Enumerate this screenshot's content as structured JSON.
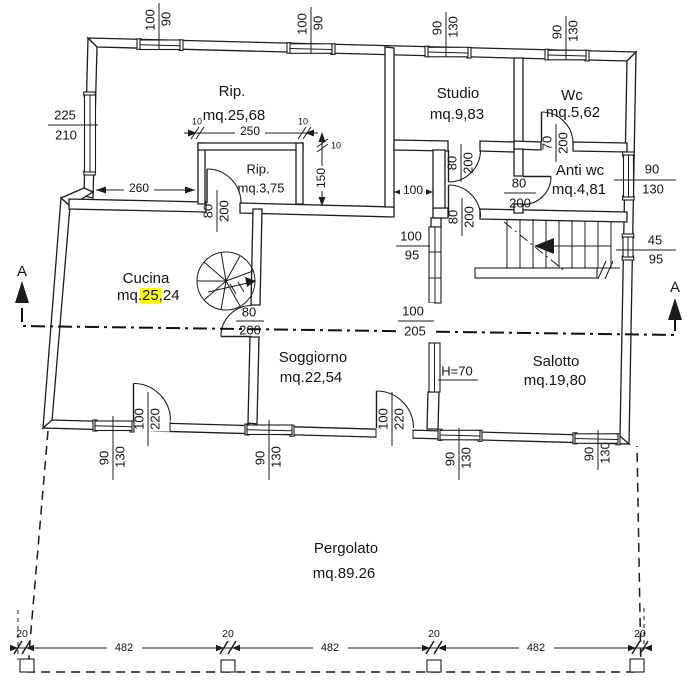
{
  "section_markers": {
    "left": "A",
    "right": "A"
  },
  "rooms": {
    "rip_big": {
      "name": "Rip.",
      "area": "mq.25,68"
    },
    "rip_small": {
      "name": "Rip.",
      "area": "mq.3,75"
    },
    "studio": {
      "name": "Studio",
      "area": "mq.9,83"
    },
    "wc": {
      "name": "Wc",
      "area": "mq.5,62"
    },
    "antiwc": {
      "name": "Anti wc",
      "area": "mq.4,81"
    },
    "cucina": {
      "name": "Cucina",
      "area_prefix": "mq.",
      "area_highlighted": "25",
      "area_suffix": ",24"
    },
    "soggiorno": {
      "name": "Soggiorno",
      "area": "mq.22,54"
    },
    "salotto": {
      "name": "Salotto",
      "area": "mq.19,80"
    },
    "pergolato": {
      "name": "Pergolato",
      "area": "mq.89.26"
    }
  },
  "windows": {
    "top1": {
      "w": "100",
      "h": "90"
    },
    "top2": {
      "w": "100",
      "h": "90"
    },
    "top3": {
      "w": "90",
      "h": "130"
    },
    "top4": {
      "w": "90",
      "h": "130"
    },
    "left": {
      "w": "225",
      "h": "210"
    },
    "right1": {
      "w": "90",
      "h": "130"
    },
    "right2": {
      "w": "45",
      "h": "95"
    },
    "bottom1": {
      "w": "90",
      "h": "130"
    },
    "bottom2": {
      "w": "90",
      "h": "130"
    },
    "bottom3": {
      "w": "90",
      "h": "130"
    },
    "bottom4": {
      "w": "90",
      "h": "130"
    }
  },
  "doors": {
    "entrance_cucina": {
      "w": "100",
      "h": "220"
    },
    "entrance_soggiorno": {
      "w": "100",
      "h": "220"
    },
    "rip_small": {
      "w": "80",
      "h": "200"
    },
    "studio": {
      "w": "80",
      "h": "200"
    },
    "hall": {
      "w": "80",
      "h": "200"
    },
    "antiwc": {
      "w": "80",
      "h": "200"
    },
    "wc": {
      "w": "70",
      "h": "200"
    },
    "cucina_soggiorno": {
      "w": "80",
      "h": "200"
    }
  },
  "openings": {
    "pass1": {
      "w": "100",
      "h": "95"
    },
    "pass2": {
      "w": "100",
      "h": "205"
    }
  },
  "dims": {
    "d260": "260",
    "d250": "250",
    "d150": "150",
    "d100": "100",
    "t10a": "10",
    "t10b": "10",
    "t10c": "10",
    "low_wall": "H=70",
    "bottom": {
      "span1": "482",
      "span2": "482",
      "span3": "482",
      "gap1": "20",
      "gap2": "20",
      "gap3": "20",
      "gap4": "20"
    }
  },
  "colors": {
    "highlight": "#ffff00",
    "ink": "#1c1c1c",
    "paper": "#ffffff"
  }
}
